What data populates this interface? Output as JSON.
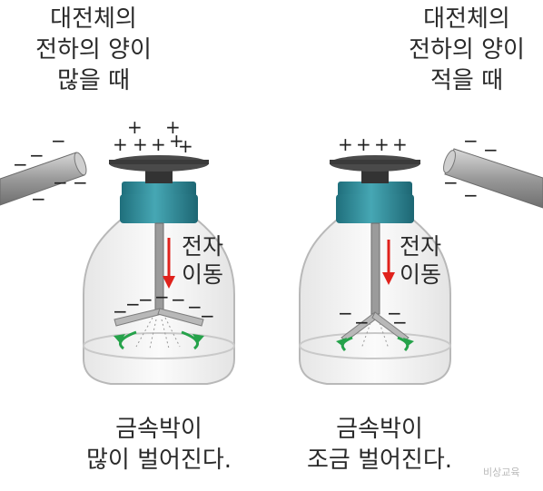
{
  "left": {
    "top_label": [
      "대전체의",
      "전하의 양이",
      "많을 때"
    ],
    "side_label": [
      "전자",
      "이동"
    ],
    "bottom_label": [
      "금속박이",
      "많이 벌어진다."
    ]
  },
  "right": {
    "top_label": [
      "대전체의",
      "전하의 양이",
      "적을 때"
    ],
    "side_label": [
      "전자",
      "이동"
    ],
    "bottom_label": [
      "금속박이",
      "조금 벌어진다."
    ]
  },
  "watermark": "비상교육",
  "colors": {
    "arrow": "#e0221c",
    "cap": "#2f8a98",
    "plate": "#4a4a4a",
    "rod": "#9b9b9b",
    "curve": "#25a24a"
  }
}
